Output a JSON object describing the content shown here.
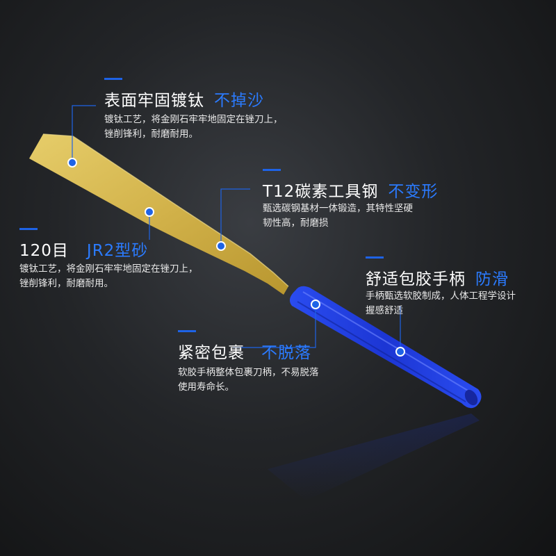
{
  "features": {
    "coating": {
      "title": "表面牢固镀钛",
      "accent": "不掉沙",
      "lines": [
        "镀钛工艺，将金刚石牢牢地固定在锉刀上，",
        "锉削锋利，耐磨耐用。"
      ]
    },
    "steel": {
      "title": "T12碳素工具钢",
      "accent": "不变形",
      "lines": [
        "甄选碳钢基材一体锻造，其特性坚硬",
        "韧性高，耐磨损"
      ]
    },
    "grit": {
      "title": "120目",
      "accent": "JR2型砂",
      "lines": [
        "镀钛工艺，将金刚石牢牢地固定在锉刀上，",
        "锉削锋利，耐磨耐用。"
      ]
    },
    "handle": {
      "title": "舒适包胶手柄",
      "accent": "防滑",
      "lines": [
        "手柄甄选软胶制成，人体工程学设计",
        "握感舒适"
      ]
    },
    "wrap": {
      "title": "紧密包裹",
      "accent": "不脱落",
      "lines": [
        "软胶手柄整体包裹刀柄，不易脱落",
        "使用寿命长。"
      ]
    }
  },
  "colors": {
    "accent": "#2b7bff",
    "bar": "#1e63e6",
    "handle": "#1f3fe0",
    "gold": "#d8b94a",
    "text": "#ffffff"
  }
}
